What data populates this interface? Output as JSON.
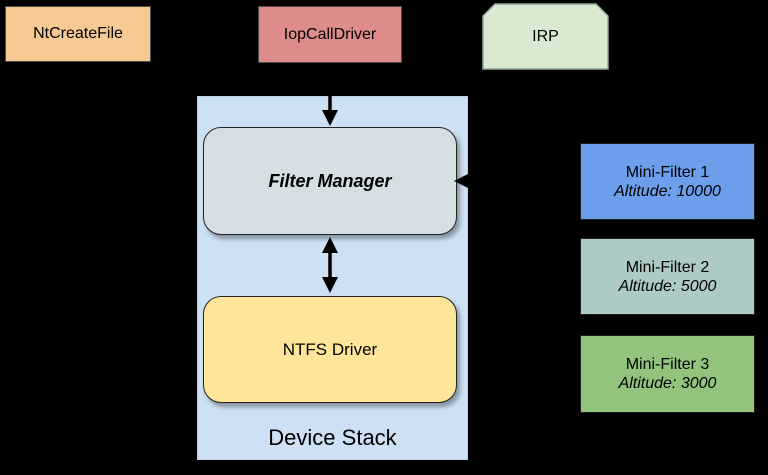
{
  "canvas": {
    "background": "#000000",
    "arrow_color": "#000000"
  },
  "nodes": {
    "nt_create_file": {
      "label": "NtCreateFile",
      "fill": "#F6C892"
    },
    "iop_call_driver": {
      "label": "IopCallDriver",
      "fill": "#DE8B8B"
    },
    "irp": {
      "label": "IRP",
      "fill": "#D9EAD3",
      "stroke": "#93A993"
    },
    "device_stack": {
      "label": "Device Stack",
      "fill": "#CEE1F4"
    },
    "filter_manager": {
      "label": "Filter Manager",
      "fill": "#D3DFE2"
    },
    "ntfs_driver": {
      "label": "NTFS Driver",
      "fill": "#FFE599"
    },
    "mini_filters": [
      {
        "name": "Mini-Filter 1",
        "altitude": "Altitude: 10000",
        "fill": "#6D9EEB"
      },
      {
        "name": "Mini-Filter 2",
        "altitude": "Altitude: 5000",
        "fill": "#AECAC4"
      },
      {
        "name": "Mini-Filter 3",
        "altitude": "Altitude: 3000",
        "fill": "#93C47D"
      }
    ]
  },
  "connections": [
    {
      "from": "IopCallDriver",
      "to": "Filter Manager",
      "type": "arrow-down"
    },
    {
      "from": "Filter Manager",
      "to": "NTFS Driver",
      "type": "arrow-double-vertical"
    },
    {
      "from": "Mini-Filters",
      "to": "Filter Manager",
      "type": "arrow-left"
    }
  ]
}
